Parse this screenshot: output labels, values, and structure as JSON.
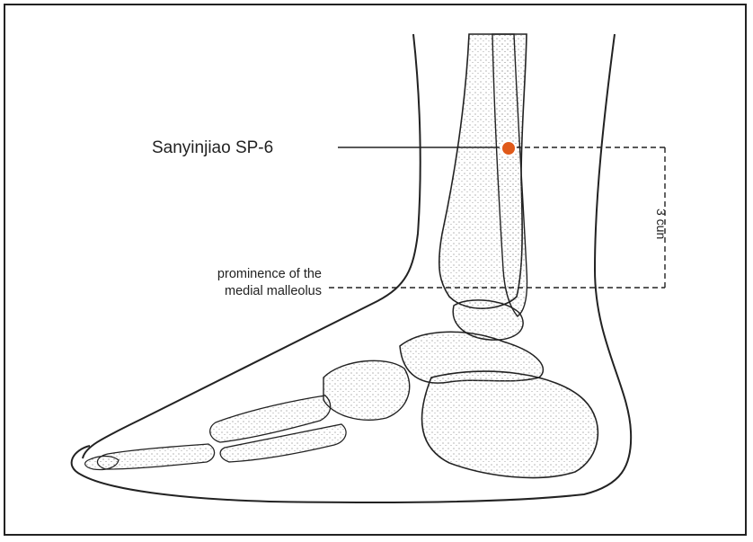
{
  "annotations": {
    "point_label": "Sanyinjiao SP-6",
    "landmark_line1": "prominence of the",
    "landmark_line2": "medial malleolus",
    "distance_label": "3 cun"
  },
  "colors": {
    "point": "#e05a1a",
    "ink": "#222222",
    "border": "#222222"
  }
}
